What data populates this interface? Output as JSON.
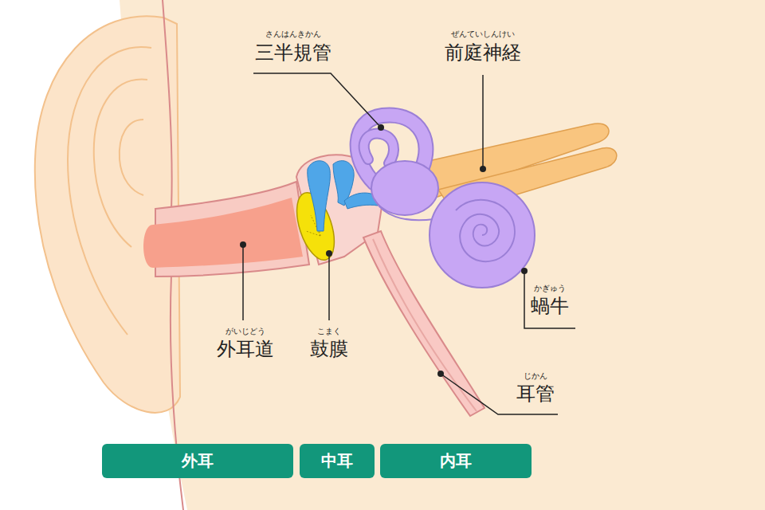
{
  "diagram": {
    "nodes": [
      {
        "text": [
          "外耳"
        ]
      },
      {
        "text": [
          "中耳"
        ]
      },
      {
        "text": [
          "内耳"
        ]
      }
    ],
    "labels": [
      "さんはんきかん",
      "三半規管",
      "ぜんていしんけい",
      "前庭神経",
      "かぎゅう",
      "蝸牛",
      "がいじどう",
      "外耳道",
      "こまく",
      "鼓膜",
      "じかん",
      "耳管"
    ]
  }
}
